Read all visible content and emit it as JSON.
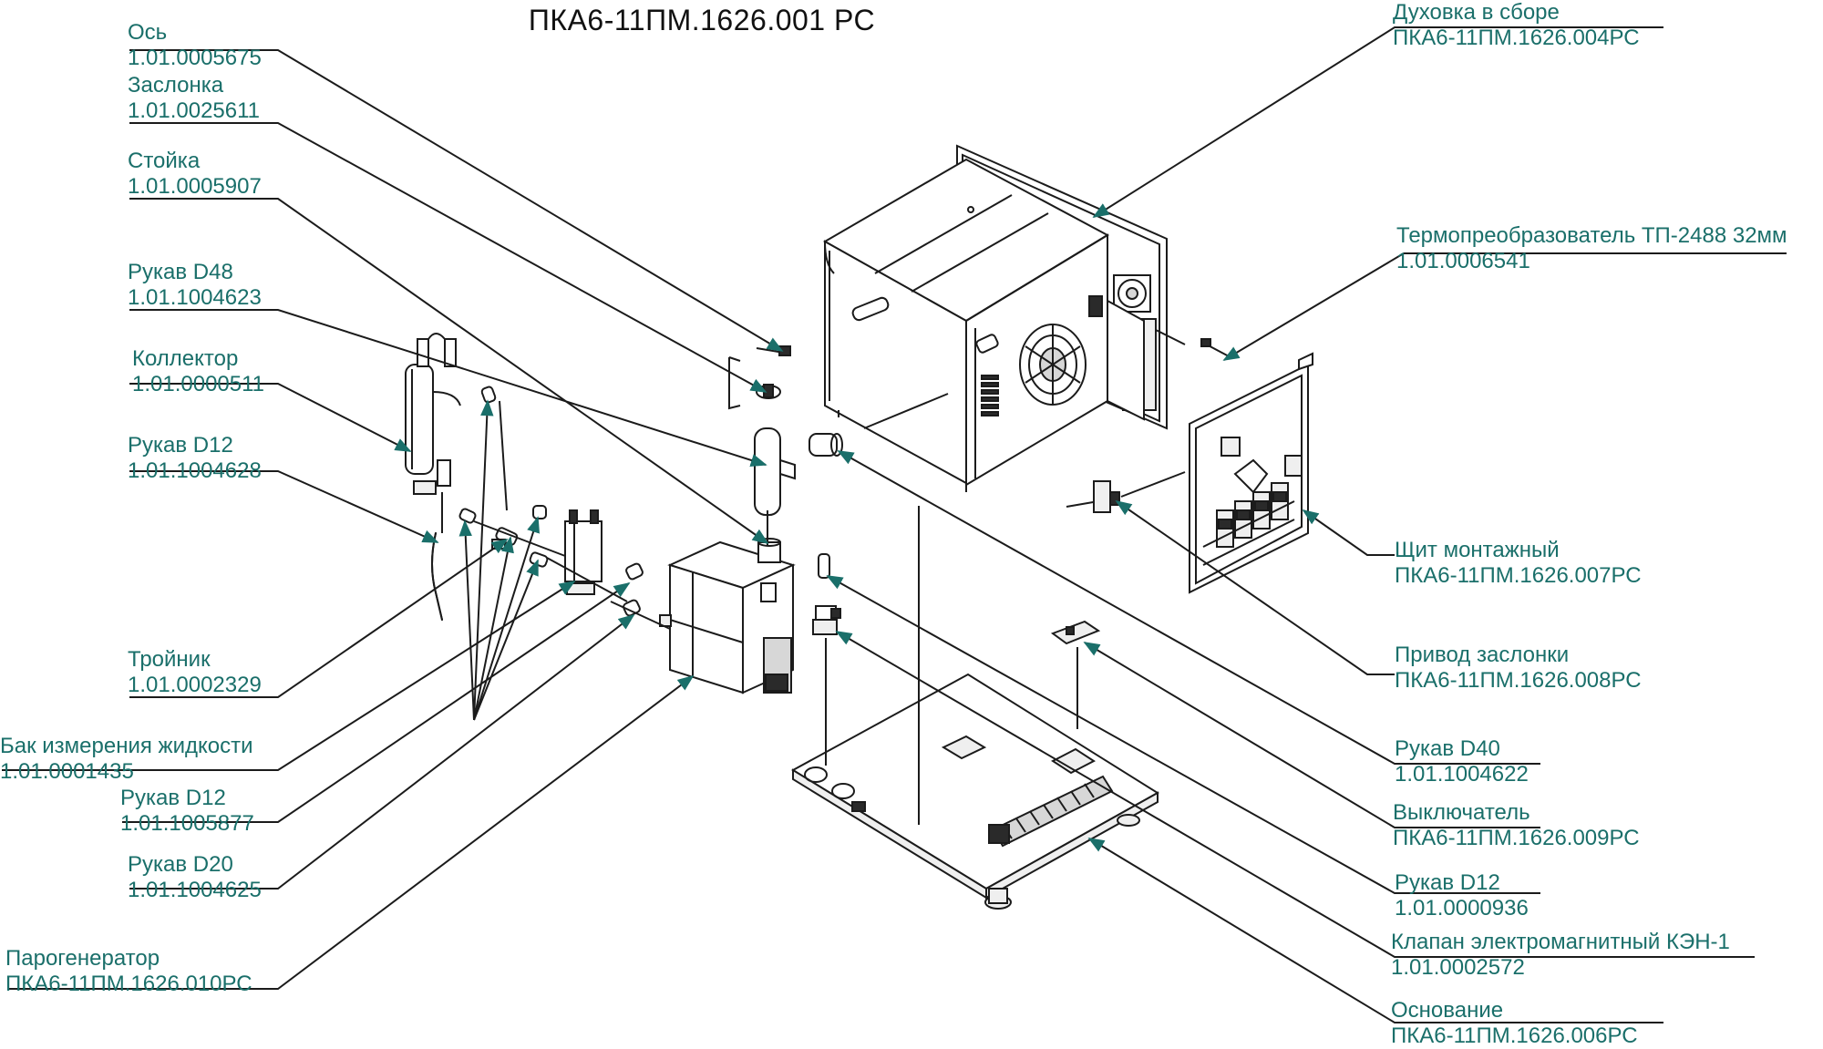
{
  "title": "ПКА6-11ПМ.1626.001 РС",
  "colors": {
    "accent": "#1a6f6a",
    "line": "#1b1b1b"
  },
  "labels": {
    "os": {
      "name": "Ось",
      "code": "1.01.0005675"
    },
    "zaslonka": {
      "name": "Заслонка",
      "code": "1.01.0025611"
    },
    "stoyka": {
      "name": "Стойка",
      "code": "1.01.0005907"
    },
    "rukav_d48": {
      "name": "Рукав D48",
      "code": "1.01.1004623"
    },
    "kollektor": {
      "name": "Коллектор",
      "code": "1.01.0000511"
    },
    "rukav_d12_a": {
      "name": "Рукав D12",
      "code": "1.01.1004628"
    },
    "troynik": {
      "name": "Тройник",
      "code": "1.01.0002329"
    },
    "bak": {
      "name": "Бак измерения жидкости",
      "code": "1.01.0001435"
    },
    "rukav_d12_b": {
      "name": "Рукав D12",
      "code": "1.01.1005877"
    },
    "rukav_d20": {
      "name": "Рукав D20",
      "code": "1.01.1004625"
    },
    "parogen": {
      "name": "Парогенератор",
      "code": "ПКА6-11ПМ.1626.010РС"
    },
    "duhovka": {
      "name": "Духовка в сборе",
      "code": "ПКА6-11ПМ.1626.004РС"
    },
    "termo": {
      "name": "Термопреобразователь ТП-2488 32мм",
      "code": "1.01.0006541"
    },
    "shchit": {
      "name": "Щит монтажный",
      "code": "ПКА6-11ПМ.1626.007РС"
    },
    "privod": {
      "name": "Привод заслонки",
      "code": "ПКА6-11ПМ.1626.008РС"
    },
    "rukav_d40": {
      "name": "Рукав D40",
      "code": "1.01.1004622"
    },
    "vykl": {
      "name": "Выключатель",
      "code": "ПКА6-11ПМ.1626.009РС"
    },
    "rukav_d12_c": {
      "name": "Рукав D12",
      "code": "1.01.0000936"
    },
    "klapan": {
      "name": "Клапан электромагнитный КЭН-1",
      "code": "1.01.0002572"
    },
    "osnovanie": {
      "name": "Основание",
      "code": "ПКА6-11ПМ.1626.006РС"
    }
  }
}
